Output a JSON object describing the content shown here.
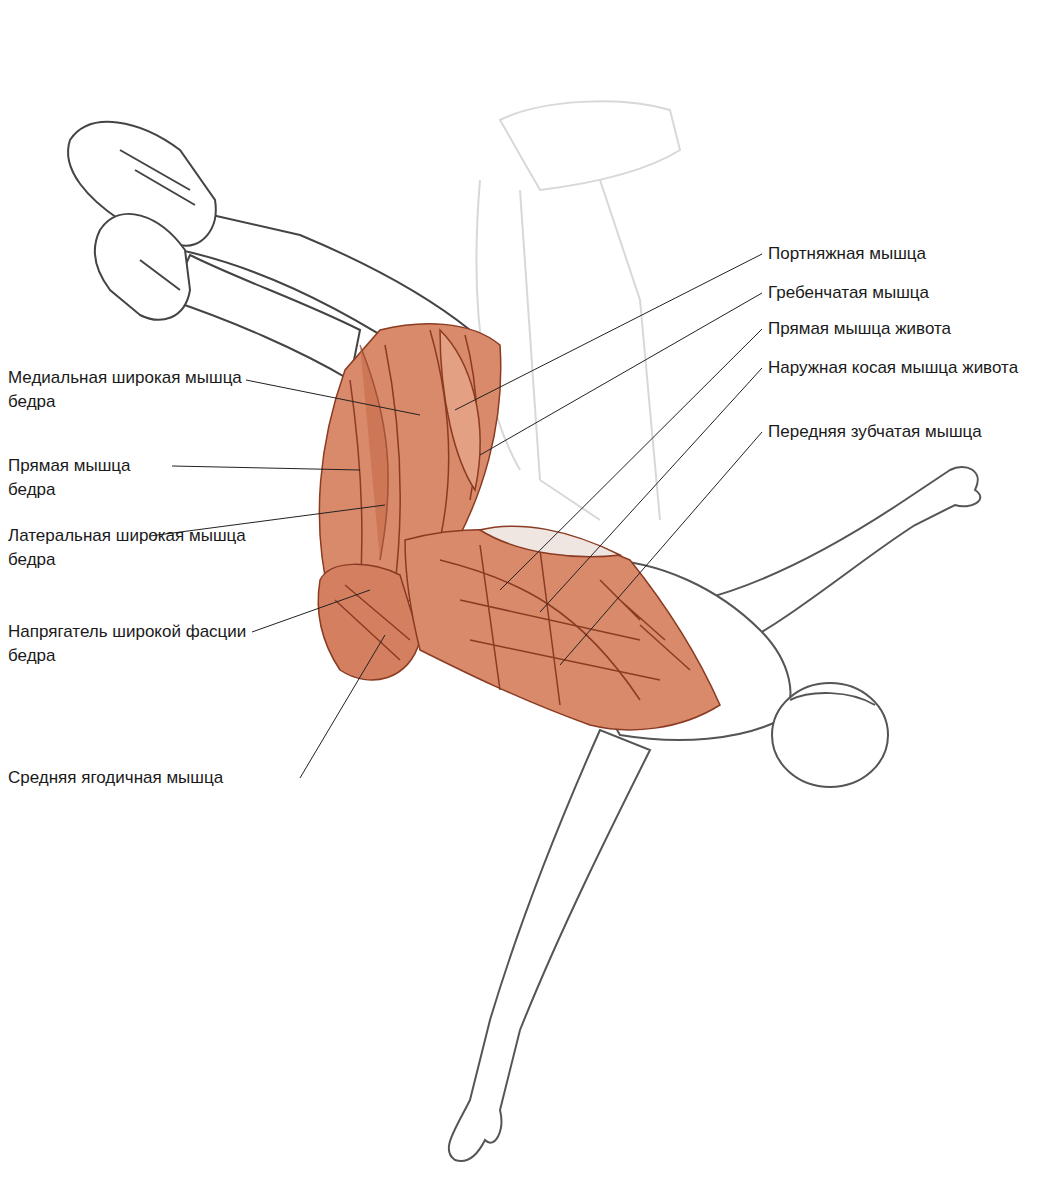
{
  "diagram": {
    "labels": [
      "Портняжная мышца",
      "Гребенчатая мышца",
      "Прямая мышца живота",
      "Наружная косая мышца живота",
      "Передняя зубчатая мышца",
      "Медиальная широкая мышца бедра",
      "Прямая мышца бедра",
      "Латеральная широкая мышца бедра",
      "Напрягатель широкой фасции бедра",
      "Средняя ягодичная мышца"
    ]
  }
}
